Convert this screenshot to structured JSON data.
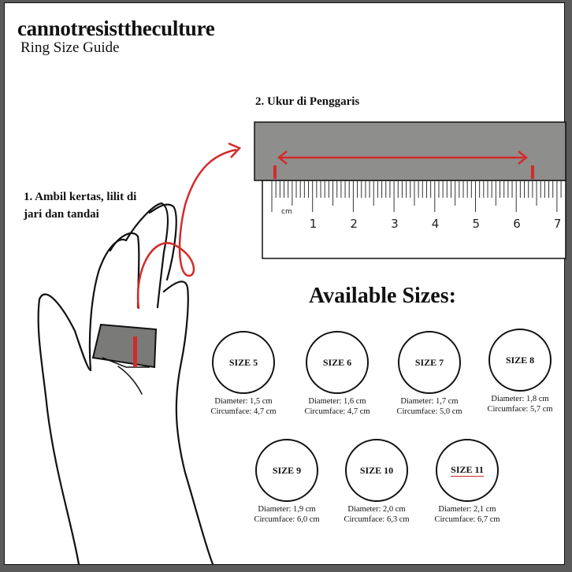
{
  "brand": "cannotresisttheculture",
  "subtitle": "Ring Size Guide",
  "step1": "1. Ambil kertas, lilit di jari dan tandai",
  "step2": "2. Ukur di Penggaris",
  "ruler": {
    "unit": "cm",
    "numbers": [
      "1",
      "2",
      "3",
      "4",
      "5",
      "6",
      "7"
    ]
  },
  "available_title": "Available Sizes:",
  "colors": {
    "accent": "#d42a2a",
    "ruler_gray": "#8e8e8c"
  },
  "sizes": [
    {
      "label": "SIZE 5",
      "diameter": "Diameter: 1,5 cm",
      "circumference": "Circumface: 4,7 cm"
    },
    {
      "label": "SIZE 6",
      "diameter": "Diameter: 1,6 cm",
      "circumference": "Circumface: 4,7 cm"
    },
    {
      "label": "SIZE 7",
      "diameter": "Diameter: 1,7 cm",
      "circumference": "Circumface: 5,0 cm"
    },
    {
      "label": "SIZE 8",
      "diameter": "Diameter: 1,8 cm",
      "circumference": "Circumface: 5,7 cm"
    },
    {
      "label": "SIZE 9",
      "diameter": "Diameter: 1,9 cm",
      "circumference": "Circumface: 6,0 cm"
    },
    {
      "label": "SIZE 10",
      "diameter": "Diameter: 2,0 cm",
      "circumference": "Circumface: 6,3 cm"
    },
    {
      "label": "SIZE 11",
      "diameter": "Diameter: 2,1 cm",
      "circumference": "Circumface: 6,7 cm"
    }
  ]
}
